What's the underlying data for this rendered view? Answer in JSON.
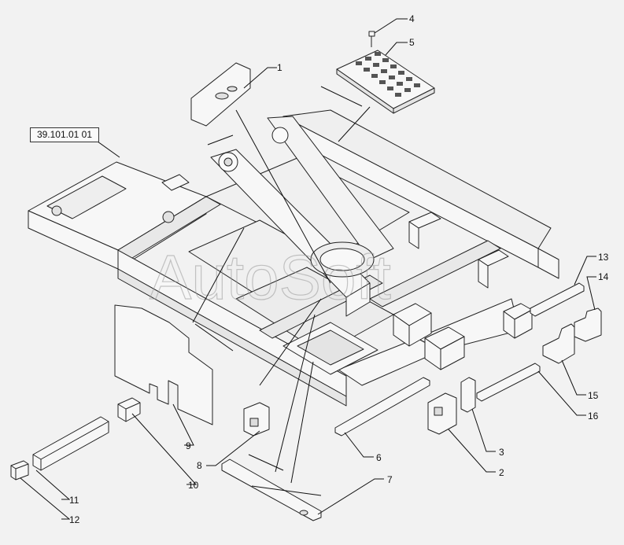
{
  "reference_label": "39.101.01 01",
  "watermark": "AutoSoft",
  "callouts": [
    {
      "id": "1",
      "text": "1"
    },
    {
      "id": "2",
      "text": "2"
    },
    {
      "id": "3",
      "text": "3"
    },
    {
      "id": "4",
      "text": "4"
    },
    {
      "id": "5",
      "text": "5"
    },
    {
      "id": "6",
      "text": "6"
    },
    {
      "id": "7",
      "text": "7"
    },
    {
      "id": "8",
      "text": "8"
    },
    {
      "id": "9",
      "text": "9"
    },
    {
      "id": "10",
      "text": "10"
    },
    {
      "id": "11",
      "text": "11"
    },
    {
      "id": "12",
      "text": "12"
    },
    {
      "id": "13",
      "text": "13"
    },
    {
      "id": "14",
      "text": "14"
    },
    {
      "id": "15",
      "text": "15"
    },
    {
      "id": "16",
      "text": "16"
    }
  ],
  "colors": {
    "background": "#f2f2f2",
    "line": "#222222",
    "part_fill": "#f7f7f7"
  }
}
